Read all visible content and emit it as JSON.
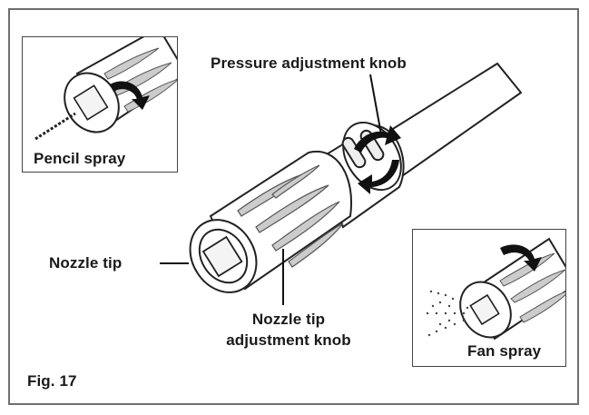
{
  "figure": {
    "label": "Fig. 17"
  },
  "callouts": {
    "pressure_knob": "Pressure adjustment knob",
    "nozzle_tip": "Nozzle tip",
    "tip_knob_line1": "Nozzle tip",
    "tip_knob_line2": "adjustment knob"
  },
  "insets": {
    "pencil": "Pencil spray",
    "fan": "Fan spray"
  }
}
